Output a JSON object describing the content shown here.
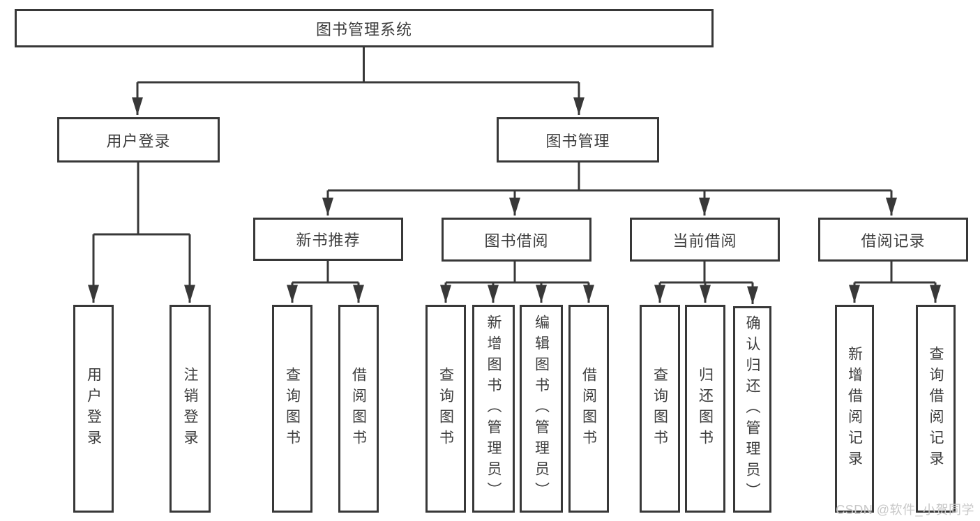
{
  "diagram": {
    "type": "tree",
    "root": {
      "label": "图书管理系统"
    },
    "branches": [
      {
        "label": "用户登录",
        "children": [
          {
            "label": "用户登录"
          },
          {
            "label": "注销登录"
          }
        ]
      },
      {
        "label": "图书管理",
        "children": [
          {
            "label": "新书推荐",
            "children": [
              {
                "label": "查询图书"
              },
              {
                "label": "借阅图书"
              }
            ]
          },
          {
            "label": "图书借阅",
            "children": [
              {
                "label": "查询图书"
              },
              {
                "label": "新增图书（管理员）"
              },
              {
                "label": "编辑图书（管理员）"
              },
              {
                "label": "借阅图书"
              }
            ]
          },
          {
            "label": "当前借阅",
            "children": [
              {
                "label": "查询图书"
              },
              {
                "label": "归还图书"
              },
              {
                "label": "确认归还（管理员）"
              }
            ]
          },
          {
            "label": "借阅记录",
            "children": [
              {
                "label": "新增借阅记录"
              },
              {
                "label": "查询借阅记录"
              }
            ]
          }
        ]
      }
    ]
  },
  "watermark": {
    "text": "CSDN @软件_小贺同学"
  },
  "colors": {
    "line": "#383838",
    "box_border": "#383838",
    "text": "#3d3d3d",
    "watermark": "#c7c7c7",
    "background": "#ffffff"
  }
}
